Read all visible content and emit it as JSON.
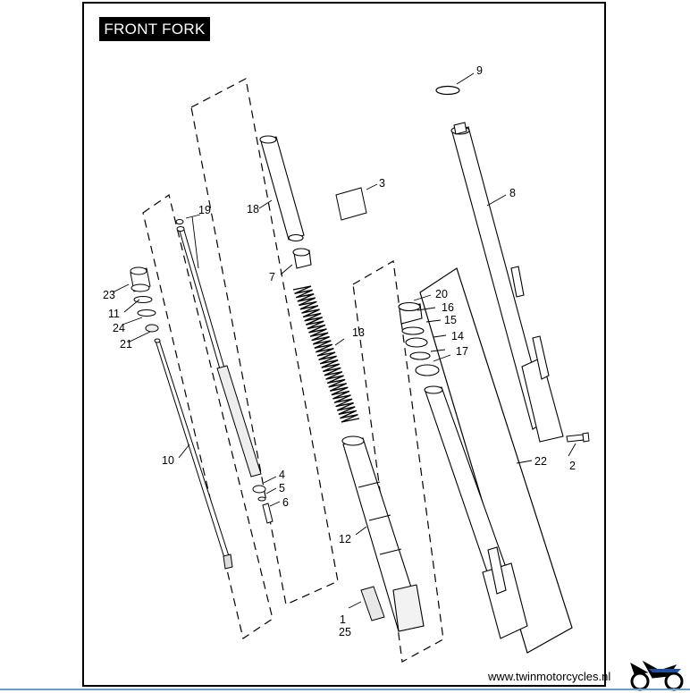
{
  "title": "FRONT FORK",
  "website": "www.twinmotorcycles.nl",
  "colors": {
    "line": "#000000",
    "background": "#ffffff",
    "title_bg": "#000000",
    "title_text": "#ffffff",
    "footer_rule": "#6a9fc8",
    "logo_accent": "#1e4f9e"
  },
  "icons": {
    "logo": "winged-motorcycle-logo-icon"
  },
  "callouts": [
    "1",
    "2",
    "3",
    "4",
    "5",
    "6",
    "7",
    "8",
    "9",
    "10",
    "11",
    "12",
    "13",
    "14",
    "15",
    "16",
    "17",
    "18",
    "19",
    "20",
    "21",
    "22",
    "23",
    "24",
    "25"
  ]
}
